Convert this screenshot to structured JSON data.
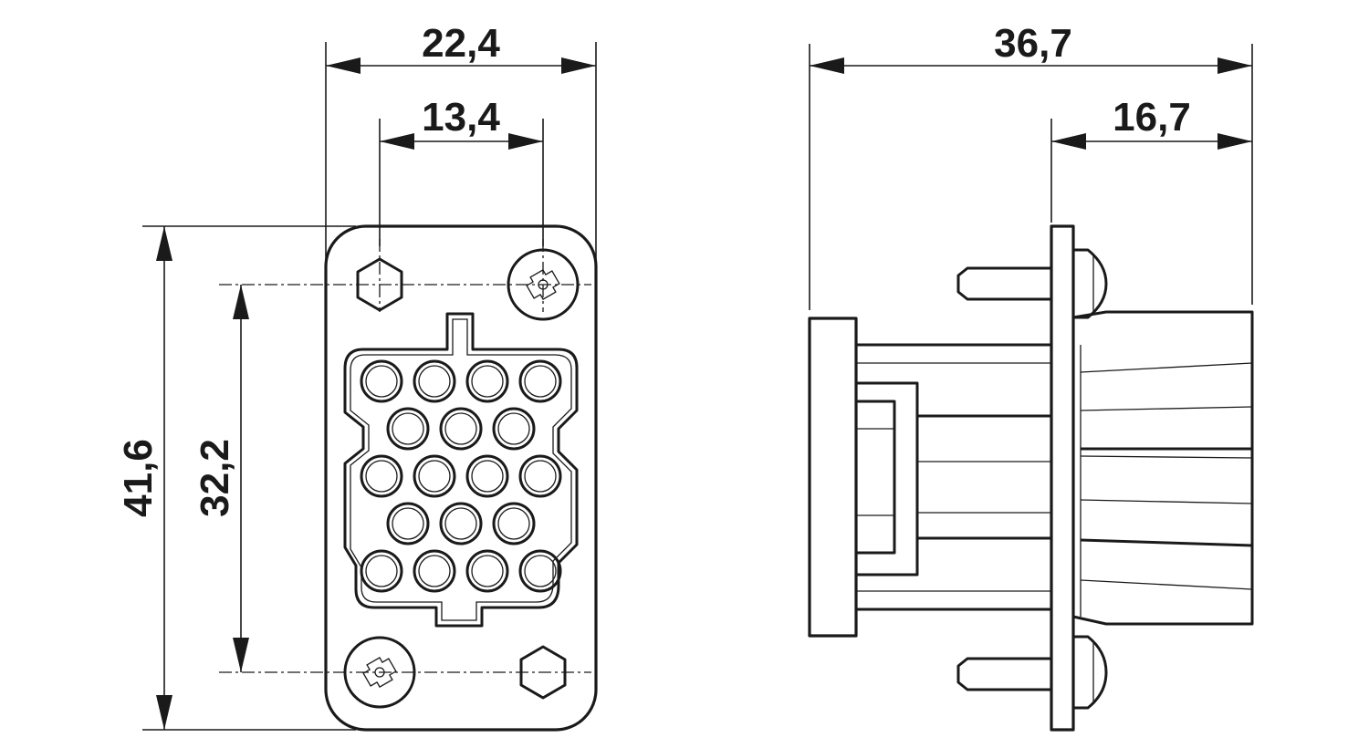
{
  "front_view": {
    "dimensions": {
      "overall_width": "22,4",
      "screw_spacing_horizontal": "13,4",
      "overall_height": "41,6",
      "screw_spacing_vertical": "32,2"
    },
    "contact_rows": [
      4,
      3,
      4,
      3,
      4
    ],
    "screw_heads": [
      "top-right",
      "bottom-left"
    ],
    "hex_nuts": [
      "top-left",
      "bottom-right"
    ]
  },
  "side_view": {
    "dimensions": {
      "overall_length": "36,7",
      "rear_length": "16,7"
    }
  },
  "colors": {
    "line": "#1a1a1a",
    "background": "#ffffff"
  }
}
